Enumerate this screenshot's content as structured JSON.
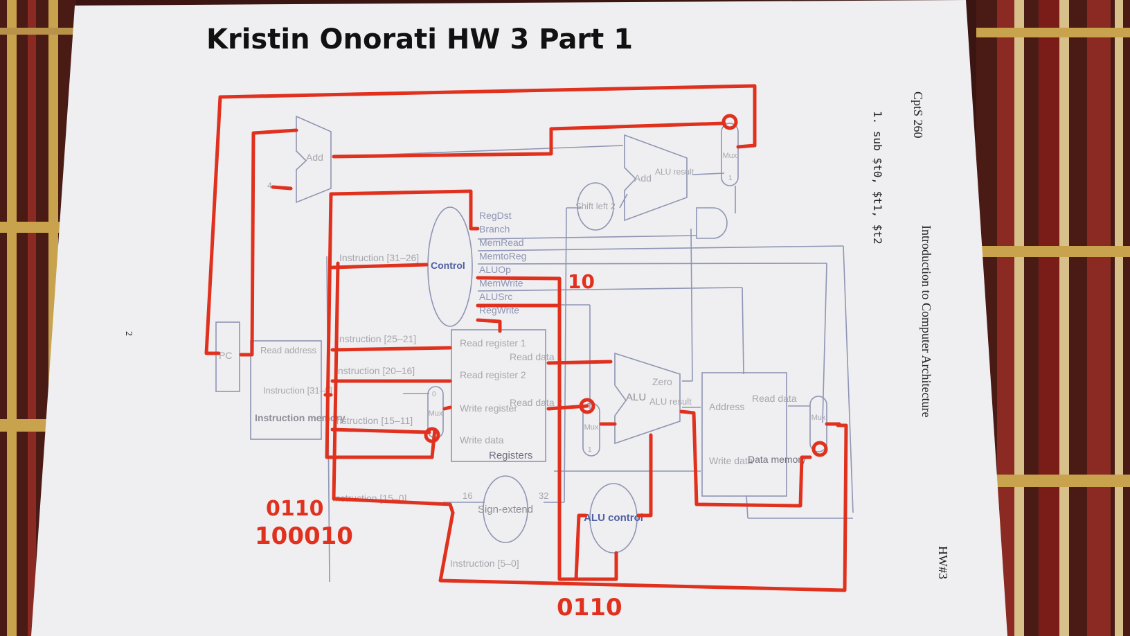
{
  "title": "Kristin Onorati   HW 3 Part 1",
  "header": {
    "course": "CptS 260",
    "subject": "Introduction to Computer Architecture",
    "hw": "HW#3",
    "question": "1. sub $t0, $t1, $t2",
    "page_number": "2"
  },
  "blocks": {
    "pc": "PC",
    "add_top": "Add",
    "add_alu": "Add",
    "add_alu_result": "ALU result",
    "shift": "Shift left 2",
    "control": "Control",
    "imem_read": "Read address",
    "imem_instr": "Instruction [31–0]",
    "imem_name": "Instruction memory",
    "regs_name": "Registers",
    "rr1": "Read register 1",
    "rr2": "Read register 2",
    "wr": "Write register",
    "wd": "Write data",
    "rd1": "Read data 1",
    "rd2": "Read data 2",
    "alu": "ALU",
    "zero": "Zero",
    "alu_result": "ALU result",
    "dmem_addr": "Address",
    "dmem_read": "Read data",
    "dmem_write": "Write data",
    "dmem_name": "Data memory",
    "signext": "Sign-extend",
    "aluctrl": "ALU control",
    "mux": "Mux",
    "mux_0": "0",
    "mux_1": "1",
    "bits_16": "16",
    "bits_32": "32",
    "four": "4"
  },
  "control_signals": [
    "RegDst",
    "Branch",
    "MemRead",
    "MemtoReg",
    "ALUOp",
    "MemWrite",
    "ALUSrc",
    "RegWrite"
  ],
  "instruction_fields": {
    "i31_26": "Instruction [31–26]",
    "i25_21": "Instruction [25–21]",
    "i20_16": "Instruction [20–16]",
    "i15_11": "Instruction [15–11]",
    "i15_0": "Instruction [15–0]",
    "i5_0": "Instruction [5–0]"
  },
  "annotations": {
    "aluop": "10",
    "funct": "100010",
    "scribble": "0110",
    "alu_ctrl_out": "0110"
  },
  "colors": {
    "paper": "#efeef0",
    "ink_red": "#e0311e",
    "print_line": "#8e95b4",
    "print_text": "#a6a6ae",
    "control_blue": "#4e5fa2",
    "mat_dark": "#3a1512",
    "mat_red": "#7a1c18",
    "mat_gold": "#c9a24e"
  }
}
